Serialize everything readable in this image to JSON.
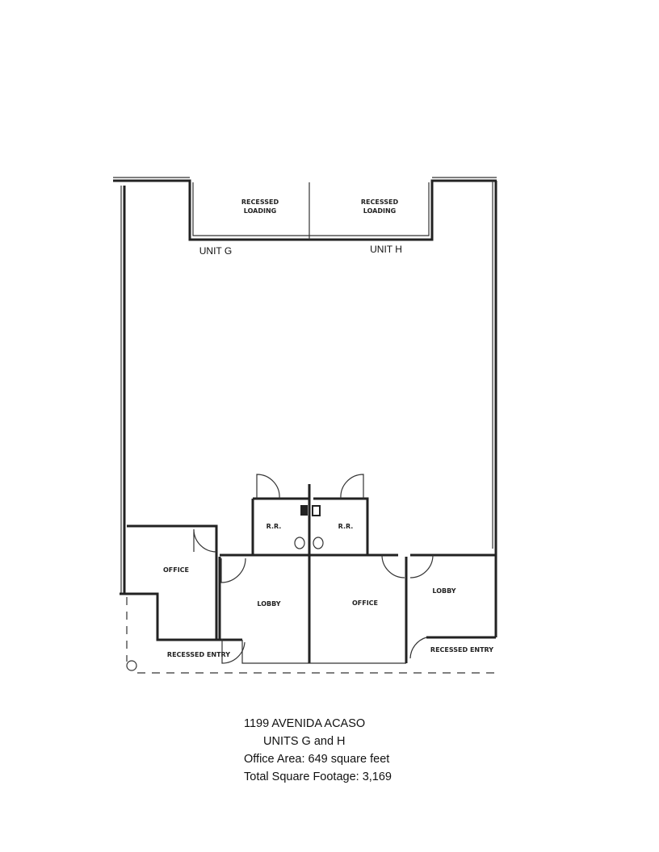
{
  "plan": {
    "loading_left": [
      "RECESSED",
      "LOADING"
    ],
    "loading_right": [
      "RECESSED",
      "LOADING"
    ],
    "unit_g": "UNIT G",
    "unit_h": "UNIT H",
    "restroom_left": "R.R.",
    "restroom_right": "R.R.",
    "office_left": "OFFICE",
    "lobby_left": "LOBBY",
    "office_center": "OFFICE",
    "lobby_right": "LOBBY",
    "entry_left": "RECESSED ENTRY",
    "entry_right": "RECESSED ENTRY"
  },
  "caption": {
    "address": "1199 AVENIDA ACASO",
    "units": "UNITS G and H",
    "office_area": "Office Area: 649 square feet",
    "total": "Total Square Footage: 3,169"
  }
}
